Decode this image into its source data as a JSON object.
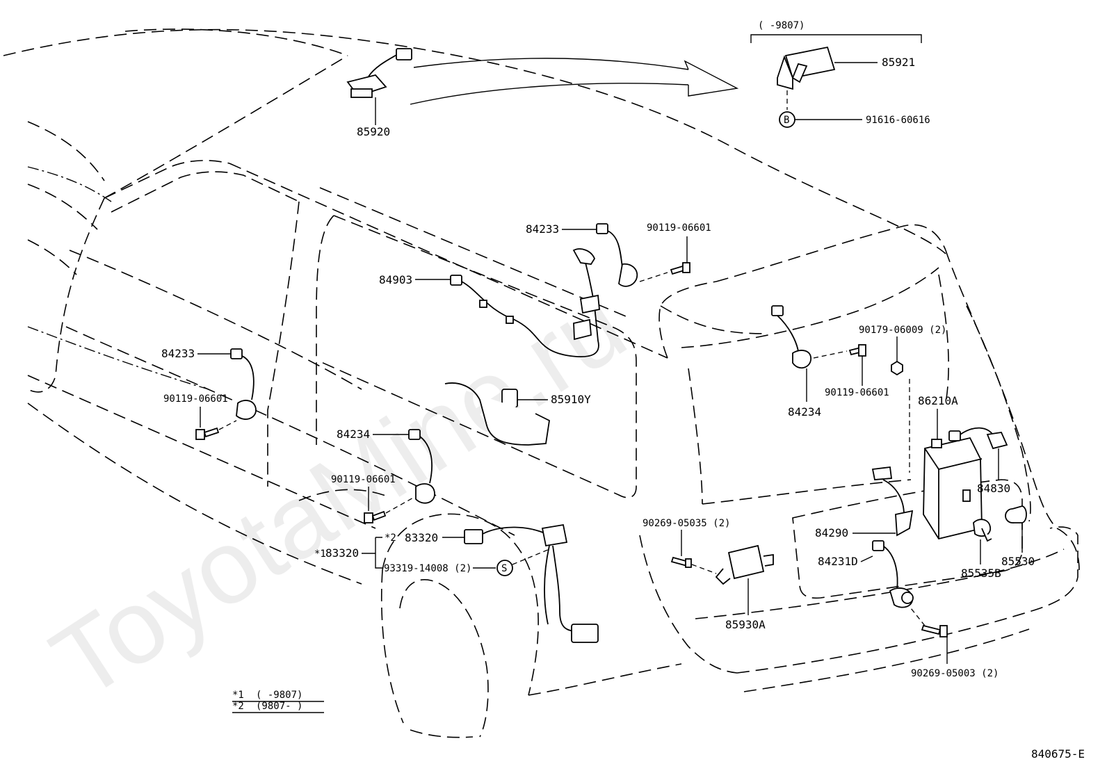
{
  "watermark": "ToyotaMine.ru",
  "drawing_code": "840675-E",
  "inset": {
    "range_label": "(      -9807)",
    "part_85921": "85921",
    "bolt_symbol": "B",
    "part_91616": "91616-60616"
  },
  "parts": {
    "p85920": "85920",
    "p84233_top": "84233",
    "p90119_top": "90119-06601",
    "p84903": "84903",
    "p84233_left": "84233",
    "p90119_left": "90119-06601",
    "p85910y": "85910Y",
    "p84234_left": "84234",
    "p90119_mid": "90119-06601",
    "p84234_rear": "84234",
    "p90179": "90179-06009 (2)",
    "p90119_rear": "90119-06601",
    "p86210a": "86210A",
    "p84830": "84830",
    "p90269_05035": "90269-05035 (2)",
    "p84290": "84290",
    "p84231d": "84231D",
    "p85530": "85530",
    "p85535b": "85535B",
    "p85930a": "85930A",
    "p90269_05003": "90269-05003 (2)",
    "p83320_star2": "83320",
    "star2_mark": "*2",
    "p83320_star1": "83320",
    "star1_mark": "*1",
    "p93319": "93319-14008 (2)",
    "screw_symbol": "S"
  },
  "footnotes": {
    "n1_mark": "*1",
    "n1_range": "(      -9807)",
    "n2_mark": "*2",
    "n2_range": "(9807-      )"
  }
}
